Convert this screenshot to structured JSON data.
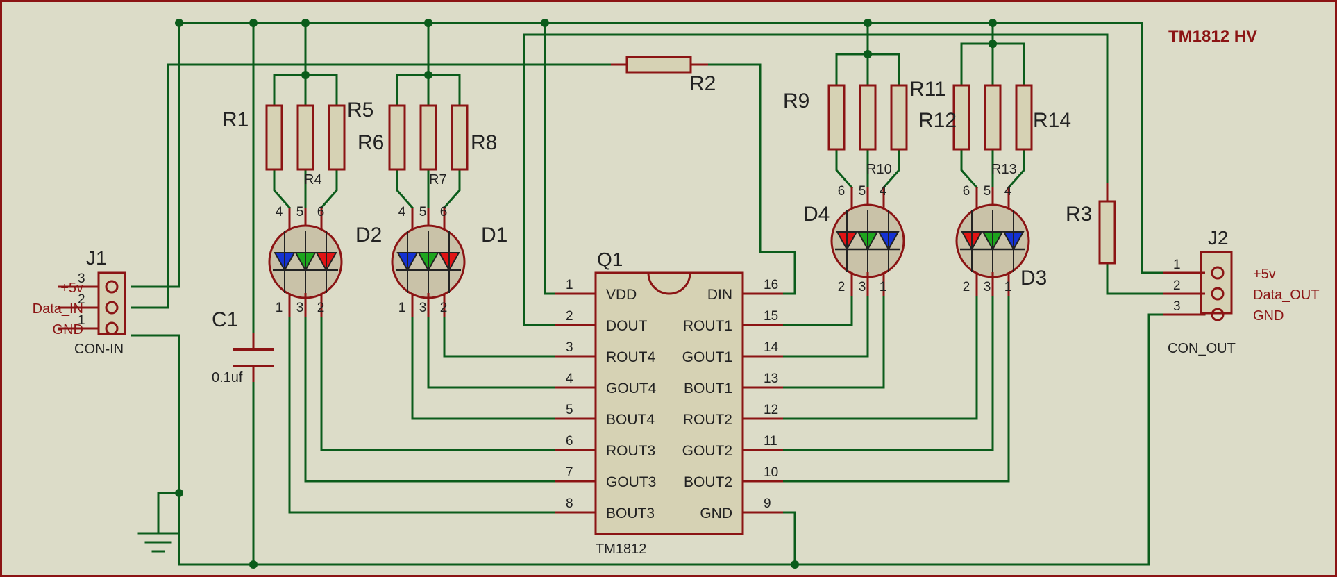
{
  "title": "TM1812 HV",
  "ic": {
    "ref": "Q1",
    "part": "TM1812",
    "left_pins": [
      {
        "num": "1",
        "name": "VDD"
      },
      {
        "num": "2",
        "name": "DOUT"
      },
      {
        "num": "3",
        "name": "ROUT4"
      },
      {
        "num": "4",
        "name": "GOUT4"
      },
      {
        "num": "5",
        "name": "BOUT4"
      },
      {
        "num": "6",
        "name": "ROUT3"
      },
      {
        "num": "7",
        "name": "GOUT3"
      },
      {
        "num": "8",
        "name": "BOUT3"
      }
    ],
    "right_pins": [
      {
        "num": "16",
        "name": "DIN"
      },
      {
        "num": "15",
        "name": "ROUT1"
      },
      {
        "num": "14",
        "name": "GOUT1"
      },
      {
        "num": "13",
        "name": "BOUT1"
      },
      {
        "num": "12",
        "name": "ROUT2"
      },
      {
        "num": "11",
        "name": "GOUT2"
      },
      {
        "num": "10",
        "name": "BOUT2"
      },
      {
        "num": "9",
        "name": "GND"
      }
    ]
  },
  "j1": {
    "ref": "J1",
    "part": "CON-IN",
    "pins": [
      {
        "num": "3",
        "label": "+5v"
      },
      {
        "num": "2",
        "label": "Data_IN"
      },
      {
        "num": "1",
        "label": "GND"
      }
    ]
  },
  "j2": {
    "ref": "J2",
    "part": "CON_OUT",
    "pins": [
      {
        "num": "1",
        "label": "+5v"
      },
      {
        "num": "2",
        "label": "Data_OUT"
      },
      {
        "num": "3",
        "label": "GND"
      }
    ]
  },
  "capacitor": {
    "ref": "C1",
    "value": "0.1uf"
  },
  "resistors": [
    "R1",
    "R2",
    "R3",
    "R4",
    "R5",
    "R6",
    "R7",
    "R8",
    "R9",
    "R10",
    "R11",
    "R12",
    "R13",
    "R14"
  ],
  "leds": {
    "D2": {
      "ref": "D2",
      "top_pins": [
        "4",
        "5",
        "6"
      ],
      "bottom_pins": [
        "1",
        "3",
        "2"
      ],
      "colors": [
        "blue",
        "green",
        "red"
      ]
    },
    "D1": {
      "ref": "D1",
      "top_pins": [
        "4",
        "5",
        "6"
      ],
      "bottom_pins": [
        "1",
        "3",
        "2"
      ],
      "colors": [
        "blue",
        "green",
        "red"
      ]
    },
    "D4": {
      "ref": "D4",
      "top_pins": [
        "6",
        "5",
        "4"
      ],
      "bottom_pins": [
        "2",
        "3",
        "1"
      ],
      "colors": [
        "red",
        "green",
        "blue"
      ]
    },
    "D3": {
      "ref": "D3",
      "top_pins": [
        "6",
        "5",
        "4"
      ],
      "bottom_pins": [
        "2",
        "3",
        "1"
      ],
      "colors": [
        "red",
        "green",
        "blue"
      ]
    }
  },
  "colors": {
    "wire": "#0b5c1b",
    "pin": "#8b1414",
    "body": "#d6d2b4",
    "background": "#dcdcc8",
    "red": "#e11414",
    "green": "#1ea51e",
    "blue": "#1432d2"
  }
}
